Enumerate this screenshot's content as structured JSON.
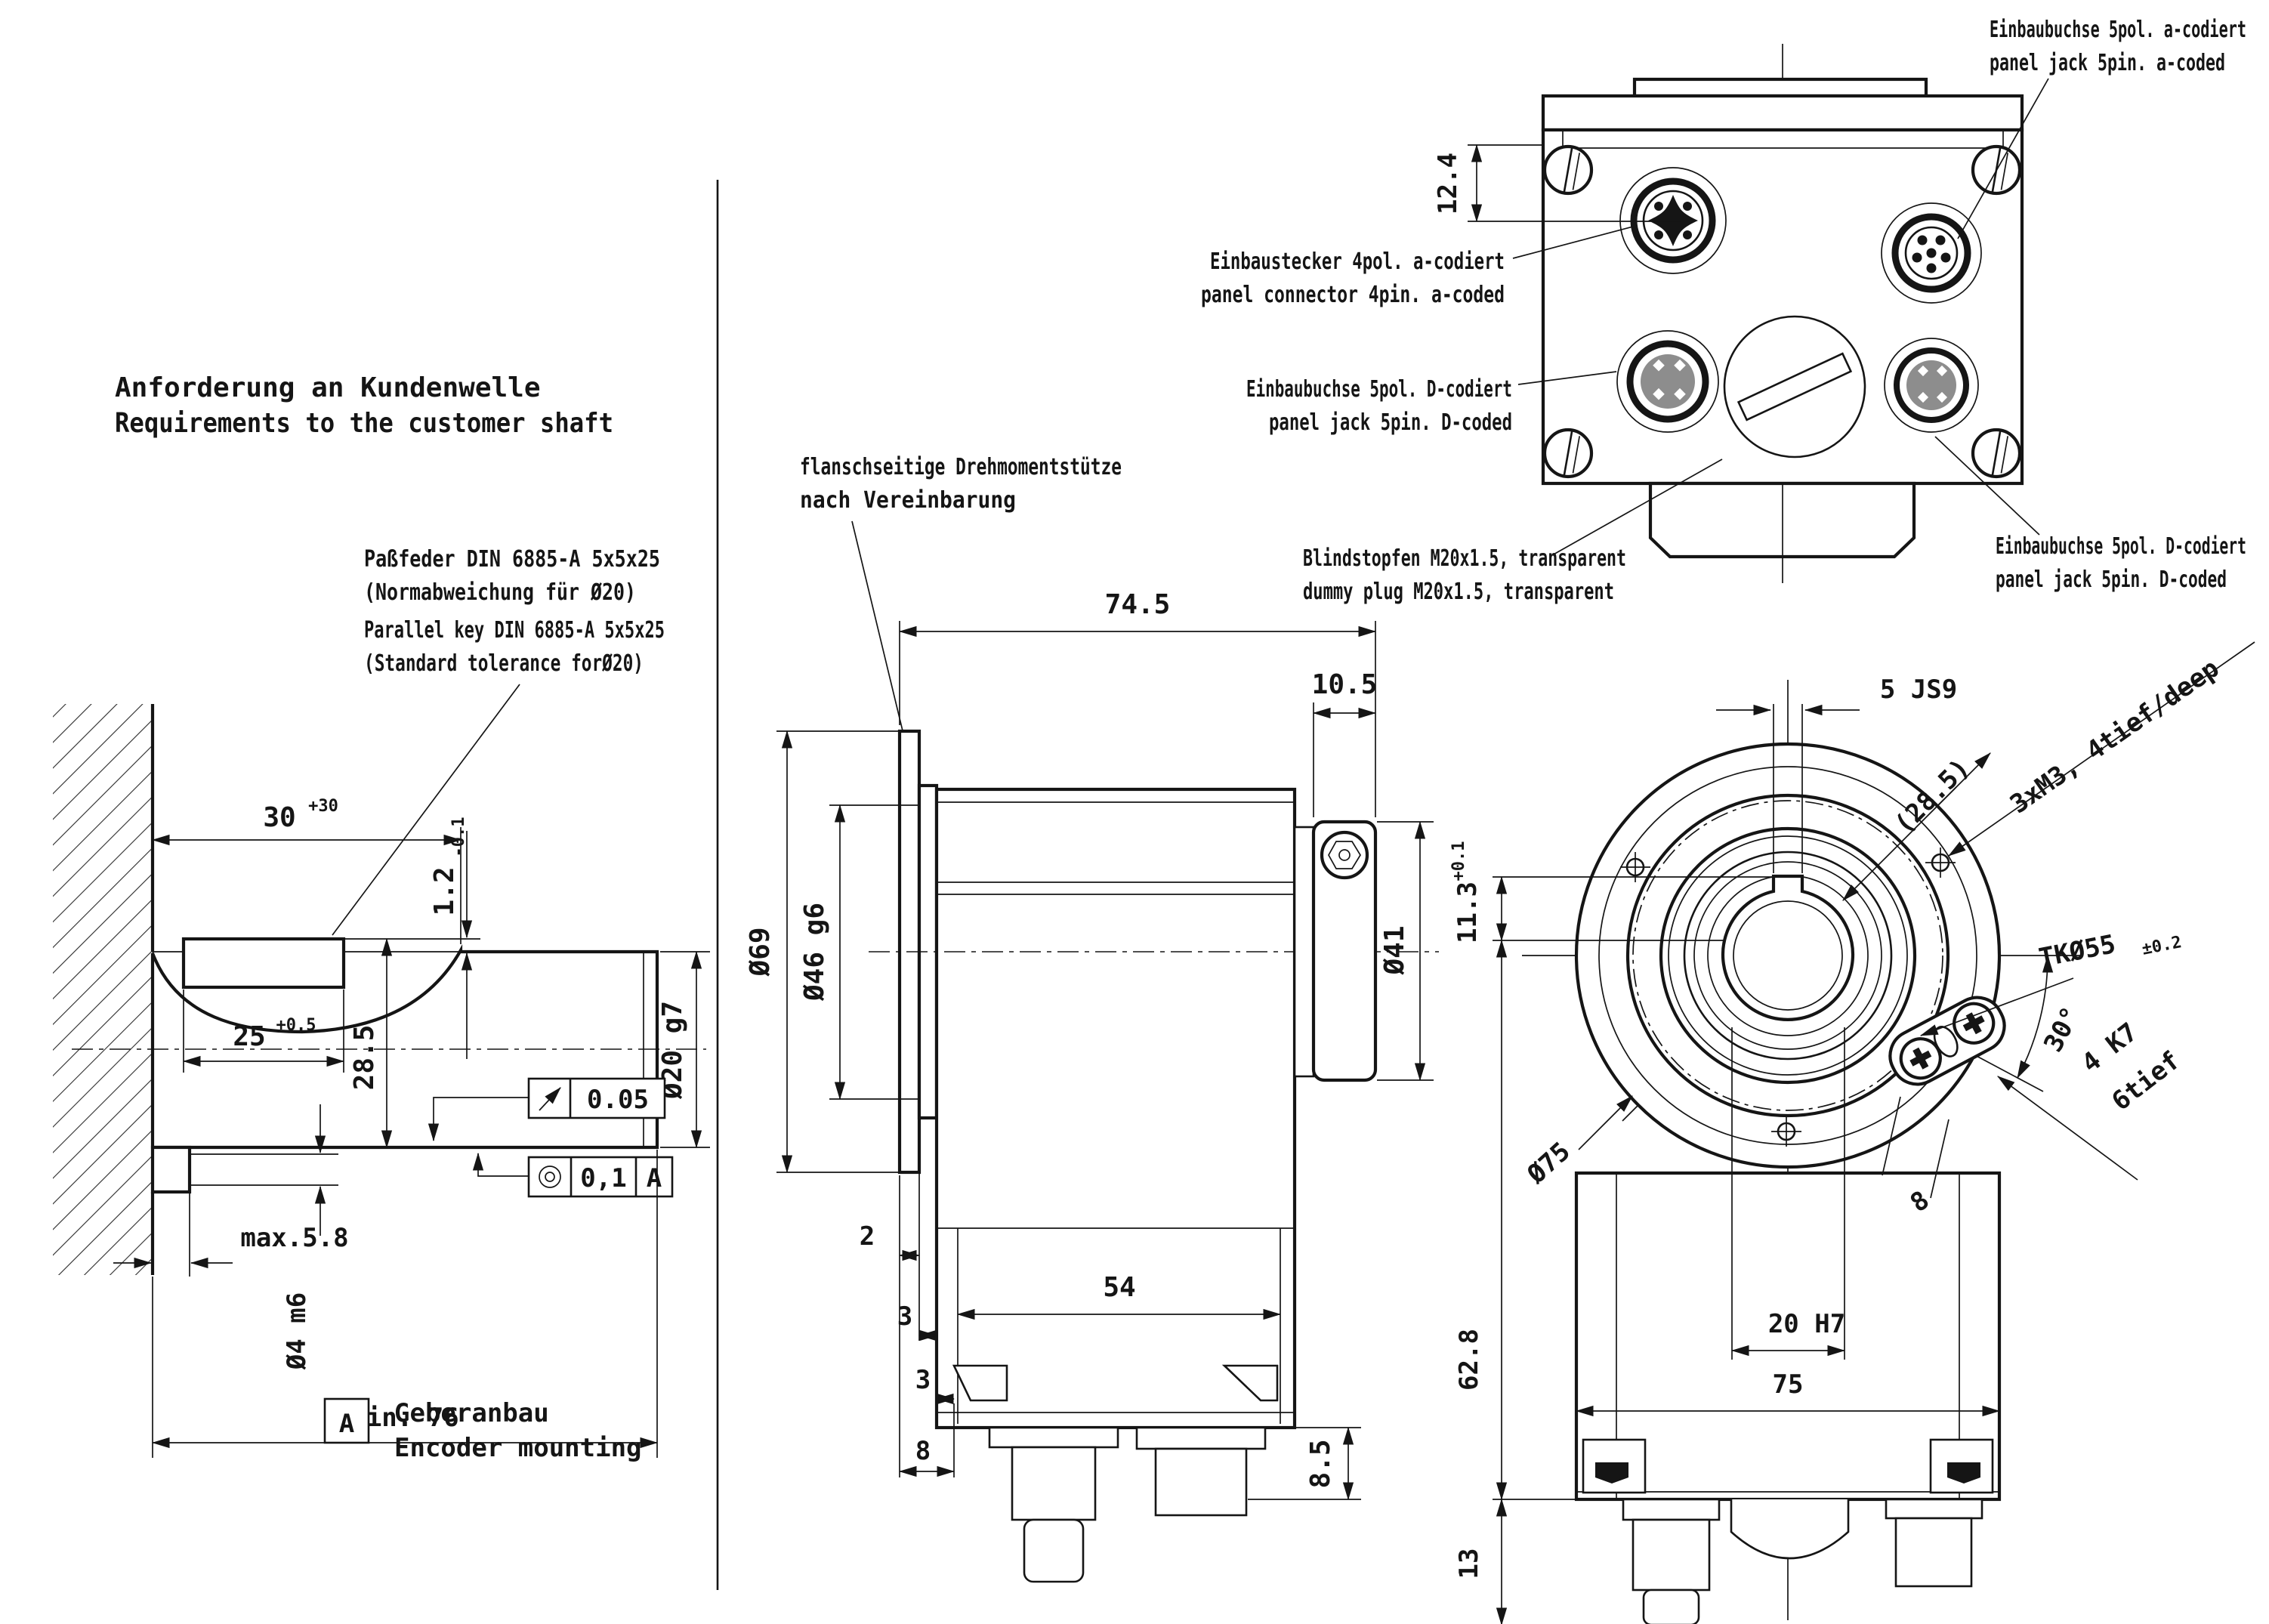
{
  "drawing": {
    "panel_view": {
      "label_jack5a_de": "Einbaubuchse 5pol. a-codiert",
      "label_jack5a_en": "panel jack 5pin. a-coded",
      "label_plug4a_de": "Einbaustecker 4pol. a-codiert",
      "label_plug4a_en": "panel connector 4pin. a-coded",
      "label_jack5d_left_de": "Einbaubuchse 5pol. D-codiert",
      "label_jack5d_left_en": "panel jack 5pin. D-coded",
      "label_dummy_de": "Blindstopfen M20x1.5, transparent",
      "label_dummy_en": "dummy plug M20x1.5, transparent",
      "label_jack5d_right_de": "Einbaubuchse 5pol. D-codiert",
      "label_jack5d_right_en": "panel jack 5pin. D-coded",
      "dim_12_4": "12.4"
    },
    "shaft_view": {
      "heading_de": "Anforderung an Kundenwelle",
      "heading_en": "Requirements to the customer shaft",
      "keynote_de1": "Paßfeder DIN 6885-A 5x5x25",
      "keynote_de2": "(Normabweichung für Ø20)",
      "keynote_en1": "Parallel key DIN 6885-A 5x5x25",
      "keynote_en2": "(Standard tolerance forØ20)",
      "dim_30": "30",
      "dim_30_tol": "+30",
      "dim_1_2": "1.2",
      "dim_1_2_tol": "-0.1",
      "dim_25": "25",
      "dim_25_tol": "+0.5",
      "dim_28_5": "28.5",
      "dim_shaft_dia": "Ø20 g7",
      "tol_runout": "0.05",
      "tol_concentricity": "0,1",
      "tol_datum_ref": "A",
      "dim_max_5_8": "max.5.8",
      "dim_pin_dia": "Ø4 m6",
      "dim_min_76": "min. 76",
      "legend_datum": "A",
      "legend_de": "Geberanbau",
      "legend_en": "Encoder mounting"
    },
    "side_view": {
      "torque_note_de": "flanschseitige Drehmomentstütze",
      "torque_note_en": "nach Vereinbarung",
      "dim_74_5": "74.5",
      "dim_10_5": "10.5",
      "dim_69": "Ø69",
      "dim_46": "Ø46 g6",
      "dim_41": "Ø41",
      "dim_2": "2",
      "dim_3a": "3",
      "dim_3b": "3",
      "dim_8": "8",
      "dim_54": "54",
      "dim_8_5": "8.5"
    },
    "front_view": {
      "dim_key_width": "5 JS9",
      "dim_28_5_ref": "(28.5)",
      "label_m3": "3xM3, 4tief/deep",
      "label_tk": "TKØ55",
      "label_tk_tol": "±0.2",
      "dim_11_3": "11.3",
      "dim_11_3_tol": "+0.1",
      "dim_62_8": "62.8",
      "dim_75_dia": "Ø75",
      "dim_30deg": "30°",
      "dim_4k7": "4 K7",
      "dim_6tief": "6tief",
      "dim_8_slot": "8",
      "dim_20h7": "20 H7",
      "dim_75": "75",
      "dim_13": "13"
    }
  }
}
